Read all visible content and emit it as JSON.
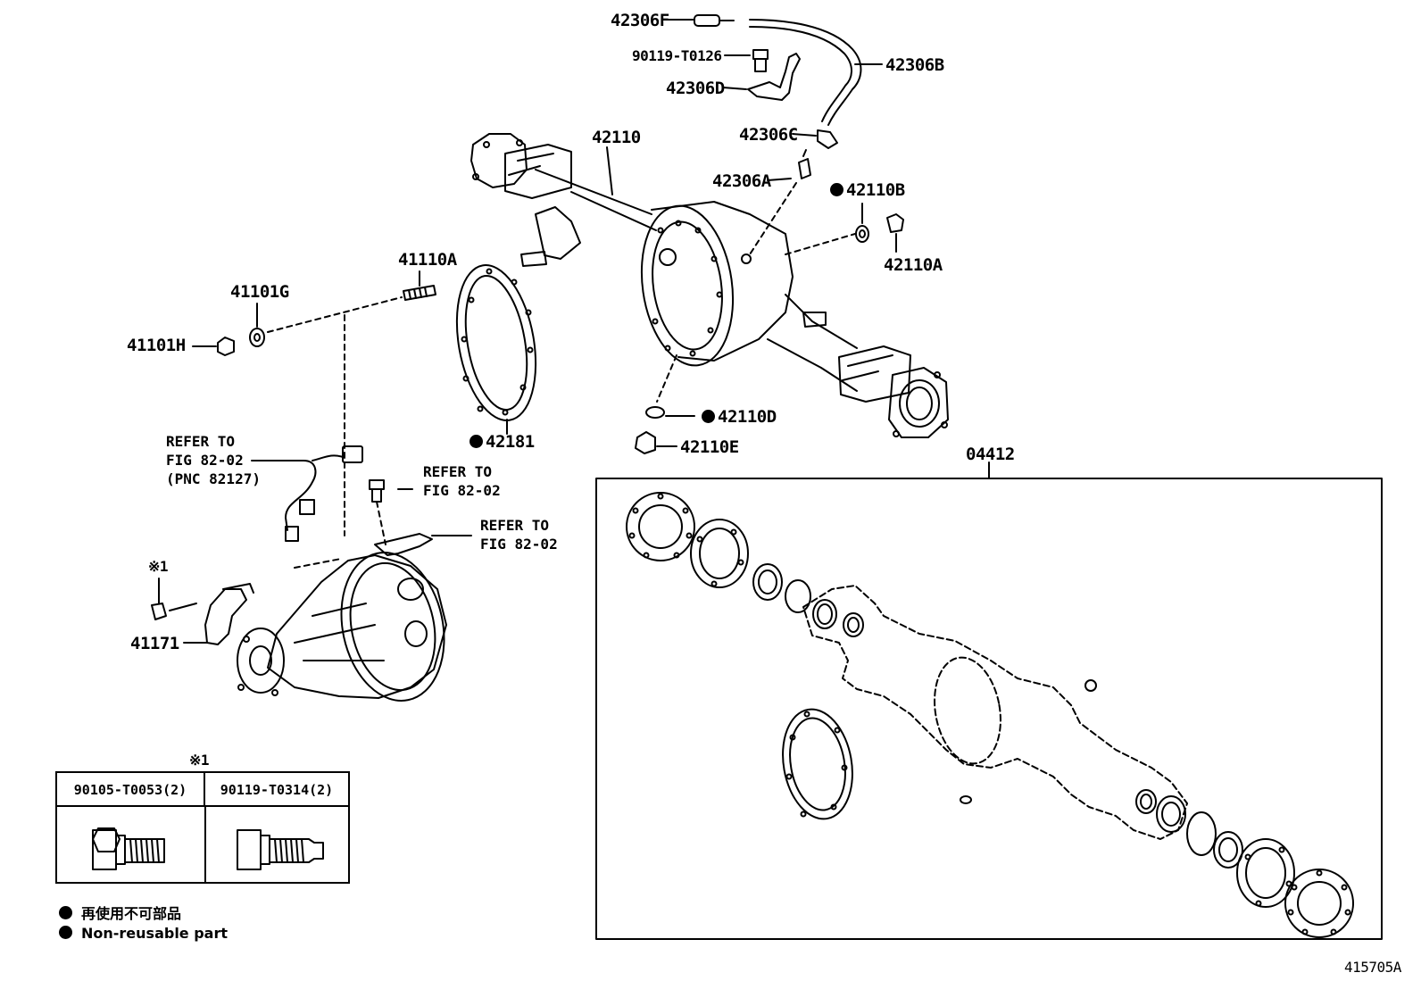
{
  "labels": {
    "p42306F": "42306F",
    "p90119T0126": "90119-T0126",
    "p42306D": "42306D",
    "p42306B": "42306B",
    "p42306C": "42306C",
    "p42110": "42110",
    "p42306A": "42306A",
    "p42110B": "42110B",
    "p42110A": "42110A",
    "p41110A": "41110A",
    "p41101G": "41101G",
    "p41101H": "41101H",
    "p42181": "42181",
    "p42110D": "42110D",
    "p42110E": "42110E",
    "p04412": "04412",
    "p41171": "41171",
    "mark1": "※1",
    "mark1b": "※1"
  },
  "refs": {
    "ref1": [
      "REFER TO",
      "FIG 82-02",
      "(PNC 82127)"
    ],
    "ref2": [
      "REFER TO",
      "FIG 82-02"
    ],
    "ref3": [
      "REFER TO",
      "FIG 82-02"
    ]
  },
  "table": {
    "col1": "90105-T0053(2)",
    "col2": "90119-T0314(2)"
  },
  "legend": {
    "jp": "再使用不可部品",
    "en": "Non-reusable part"
  },
  "figure_id": "415705A"
}
